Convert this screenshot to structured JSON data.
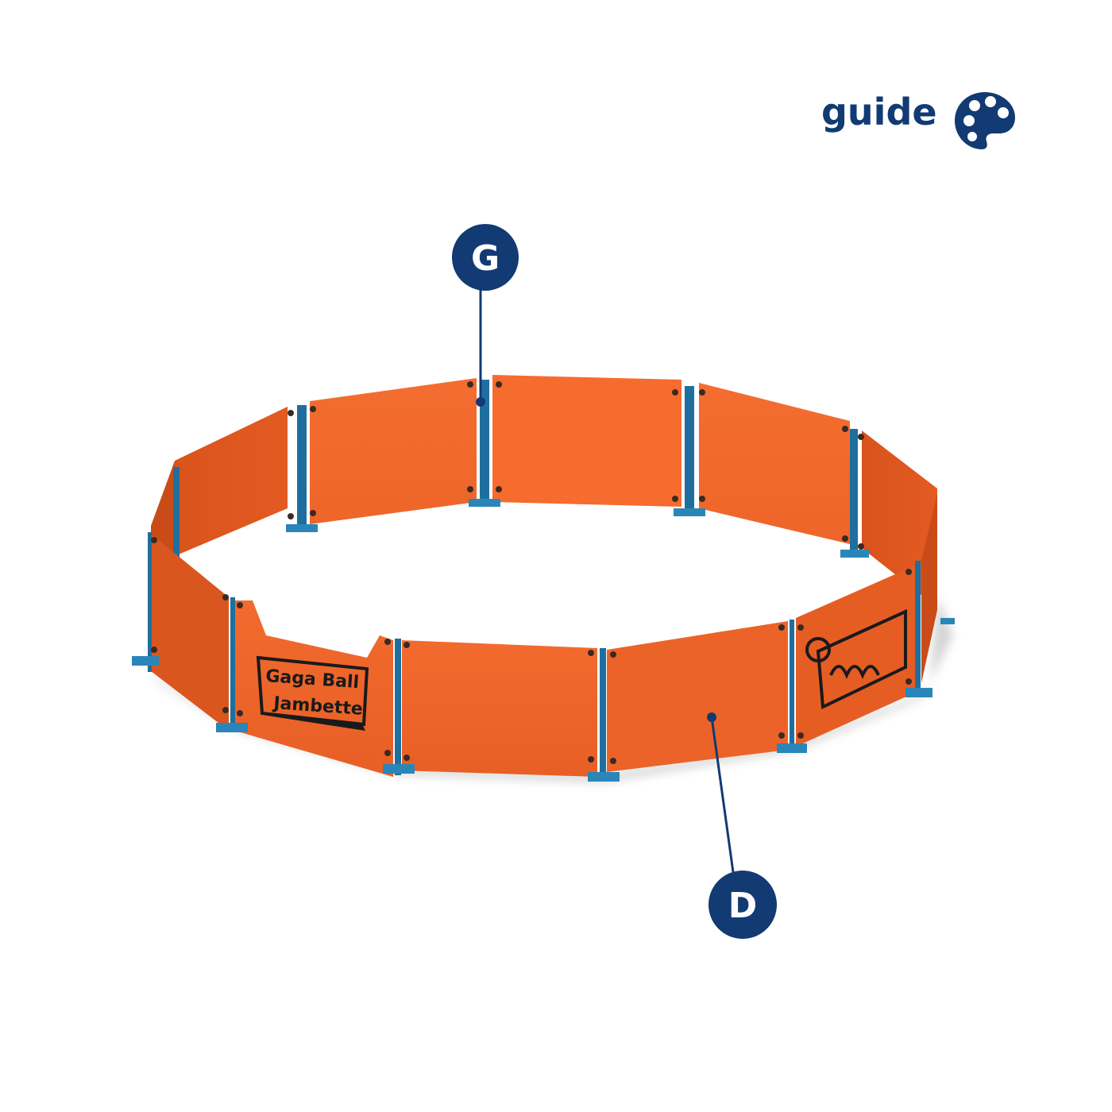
{
  "brand": {
    "label": "guide",
    "icon": "palette-icon",
    "color": "#123a73"
  },
  "callouts": [
    {
      "id": "G",
      "label": "G"
    },
    {
      "id": "D",
      "label": "D"
    }
  ],
  "panel_sign": {
    "line1": "Gaga Ball",
    "line2": "Jambette"
  },
  "colors": {
    "panel": "#f0652a",
    "panel_dark": "#d9531c",
    "post": "#1f6f9e",
    "callout": "#123a73"
  }
}
